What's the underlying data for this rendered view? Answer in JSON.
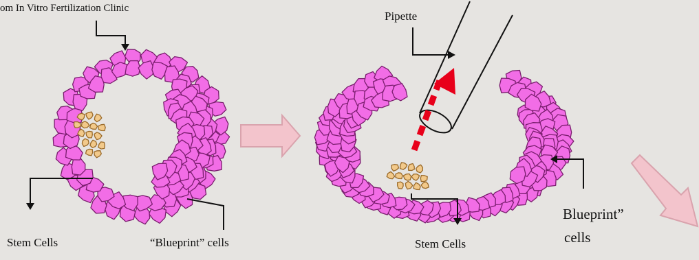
{
  "labels": {
    "clinic": "om In Vitro Fertilization Clinic",
    "pipette": "Pipette",
    "stem_cells_left": "Stem Cells",
    "blueprint_left": "“Blueprint” cells",
    "stem_cells_right": "Stem Cells",
    "blueprint_right_line1": "Blueprint”",
    "blueprint_right_line2": "cells"
  },
  "colors": {
    "background": "#e6e4e1",
    "blueprint_cell_fill": "#f26de6",
    "blueprint_cell_stroke": "#7a1d6e",
    "stem_cell_fill": "#f2c98a",
    "stem_cell_stroke": "#9a6a2a",
    "process_arrow": "#f3c4cc",
    "extraction_arrow": "#e8001a"
  },
  "icons": {
    "process_arrow": "right-arrow-icon",
    "exit_arrow": "down-right-arrow-icon",
    "extraction_arrow": "dashed-up-arrow-icon"
  }
}
